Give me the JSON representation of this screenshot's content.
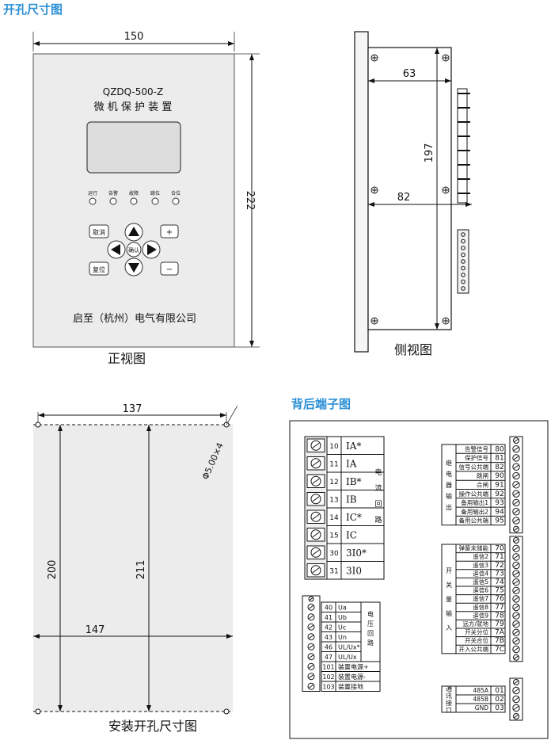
{
  "titles": {
    "cutout": "开孔尺寸图",
    "rear_terminals": "背后端子图"
  },
  "front_view": {
    "model": "QZDQ-500-Z",
    "device_name": "微 机 保 护 装 置",
    "leds": [
      "运行",
      "告警",
      "故障",
      "跳位",
      "合位"
    ],
    "buttons": {
      "cancel": "取消",
      "reset": "复位",
      "confirm": "确认",
      "plus": "+",
      "minus": "−"
    },
    "company": "启至（杭州）电气有限公司",
    "width_dim": "150",
    "height_dim": "222",
    "caption": "正视图"
  },
  "side_view": {
    "dim_63": "63",
    "dim_82": "82",
    "dim_197": "197",
    "caption": "侧视图"
  },
  "cutout_view": {
    "dim_137": "137",
    "dim_147": "147",
    "dim_200": "200",
    "dim_211": "211",
    "hole": "Φ5.00×4",
    "caption": "安装开孔尺寸图"
  },
  "current_terminals": {
    "group_label": "电流回路",
    "rows": [
      {
        "no": "10",
        "name": "IA*"
      },
      {
        "no": "11",
        "name": "IA"
      },
      {
        "no": "12",
        "name": "IB*"
      },
      {
        "no": "13",
        "name": "IB"
      },
      {
        "no": "14",
        "name": "IC*"
      },
      {
        "no": "15",
        "name": "IC"
      },
      {
        "no": "30",
        "name": "3I0*"
      },
      {
        "no": "31",
        "name": "3I0"
      }
    ]
  },
  "voltage_terminals": {
    "group_label": "电压回路",
    "rows": [
      {
        "no": "40",
        "name": "Ua"
      },
      {
        "no": "41",
        "name": "Ub"
      },
      {
        "no": "42",
        "name": "Uc"
      },
      {
        "no": "43",
        "name": "Un"
      },
      {
        "no": "46",
        "name": "UL/Ux*"
      },
      {
        "no": "47",
        "name": "UL/Ux"
      },
      {
        "no": "101",
        "name": "装置电源+"
      },
      {
        "no": "102",
        "name": "装置电源-"
      },
      {
        "no": "103",
        "name": "装置接地"
      }
    ]
  },
  "relay_outputs": {
    "group_label": "继电器输出",
    "rows": [
      {
        "name": "告警信号",
        "no": "80"
      },
      {
        "name": "保护信号",
        "no": "81"
      },
      {
        "name": "信号公共端",
        "no": "82"
      },
      {
        "name": "跳闸",
        "no": "90"
      },
      {
        "name": "合闸",
        "no": "91"
      },
      {
        "name": "操作公共端",
        "no": "92"
      },
      {
        "name": "备用输出1",
        "no": "93"
      },
      {
        "name": "备用输出2",
        "no": "94"
      },
      {
        "name": "备用公共端",
        "no": "95"
      }
    ]
  },
  "switch_inputs": {
    "group_label": "开关量输入",
    "rows": [
      {
        "name": "弹簧未储能",
        "no": "70"
      },
      {
        "name": "遥信2",
        "no": "71"
      },
      {
        "name": "遥信3",
        "no": "72"
      },
      {
        "name": "遥信4",
        "no": "73"
      },
      {
        "name": "遥信5",
        "no": "74"
      },
      {
        "name": "遥信6",
        "no": "75"
      },
      {
        "name": "遥信7",
        "no": "76"
      },
      {
        "name": "遥信8",
        "no": "77"
      },
      {
        "name": "遥信9",
        "no": "78"
      },
      {
        "name": "远方/就地",
        "no": "79"
      },
      {
        "name": "开关分位",
        "no": "7A"
      },
      {
        "name": "开关合位",
        "no": "7B"
      },
      {
        "name": "开入公共端",
        "no": "7C"
      }
    ]
  },
  "comm_port": {
    "group_label": "通讯接口",
    "rows": [
      {
        "name": "485A",
        "no": "01"
      },
      {
        "name": "485B",
        "no": "02"
      },
      {
        "name": "GND",
        "no": "03"
      }
    ]
  }
}
